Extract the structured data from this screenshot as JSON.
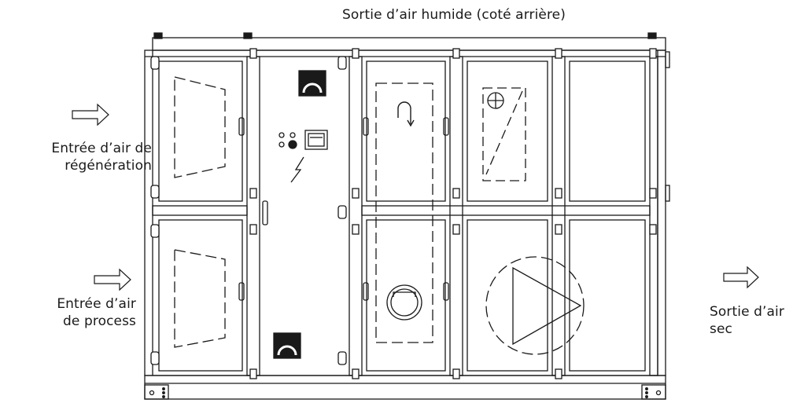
{
  "labels": {
    "top": "Sortie d’air humide (coté arrière)",
    "regen_line1": "Entrée d’air de",
    "regen_line2": "régénération",
    "process_line1": "Entrée d’air",
    "process_line2": "de process",
    "dry_line1": "Sortie d’air",
    "dry_line2": "sec"
  },
  "icons": [
    "airflow-arrow-icon",
    "fan-icon",
    "heater-icon",
    "rotation-icon",
    "electric-icon",
    "control-panel-icon",
    "drain-icon",
    "filter-icon"
  ]
}
